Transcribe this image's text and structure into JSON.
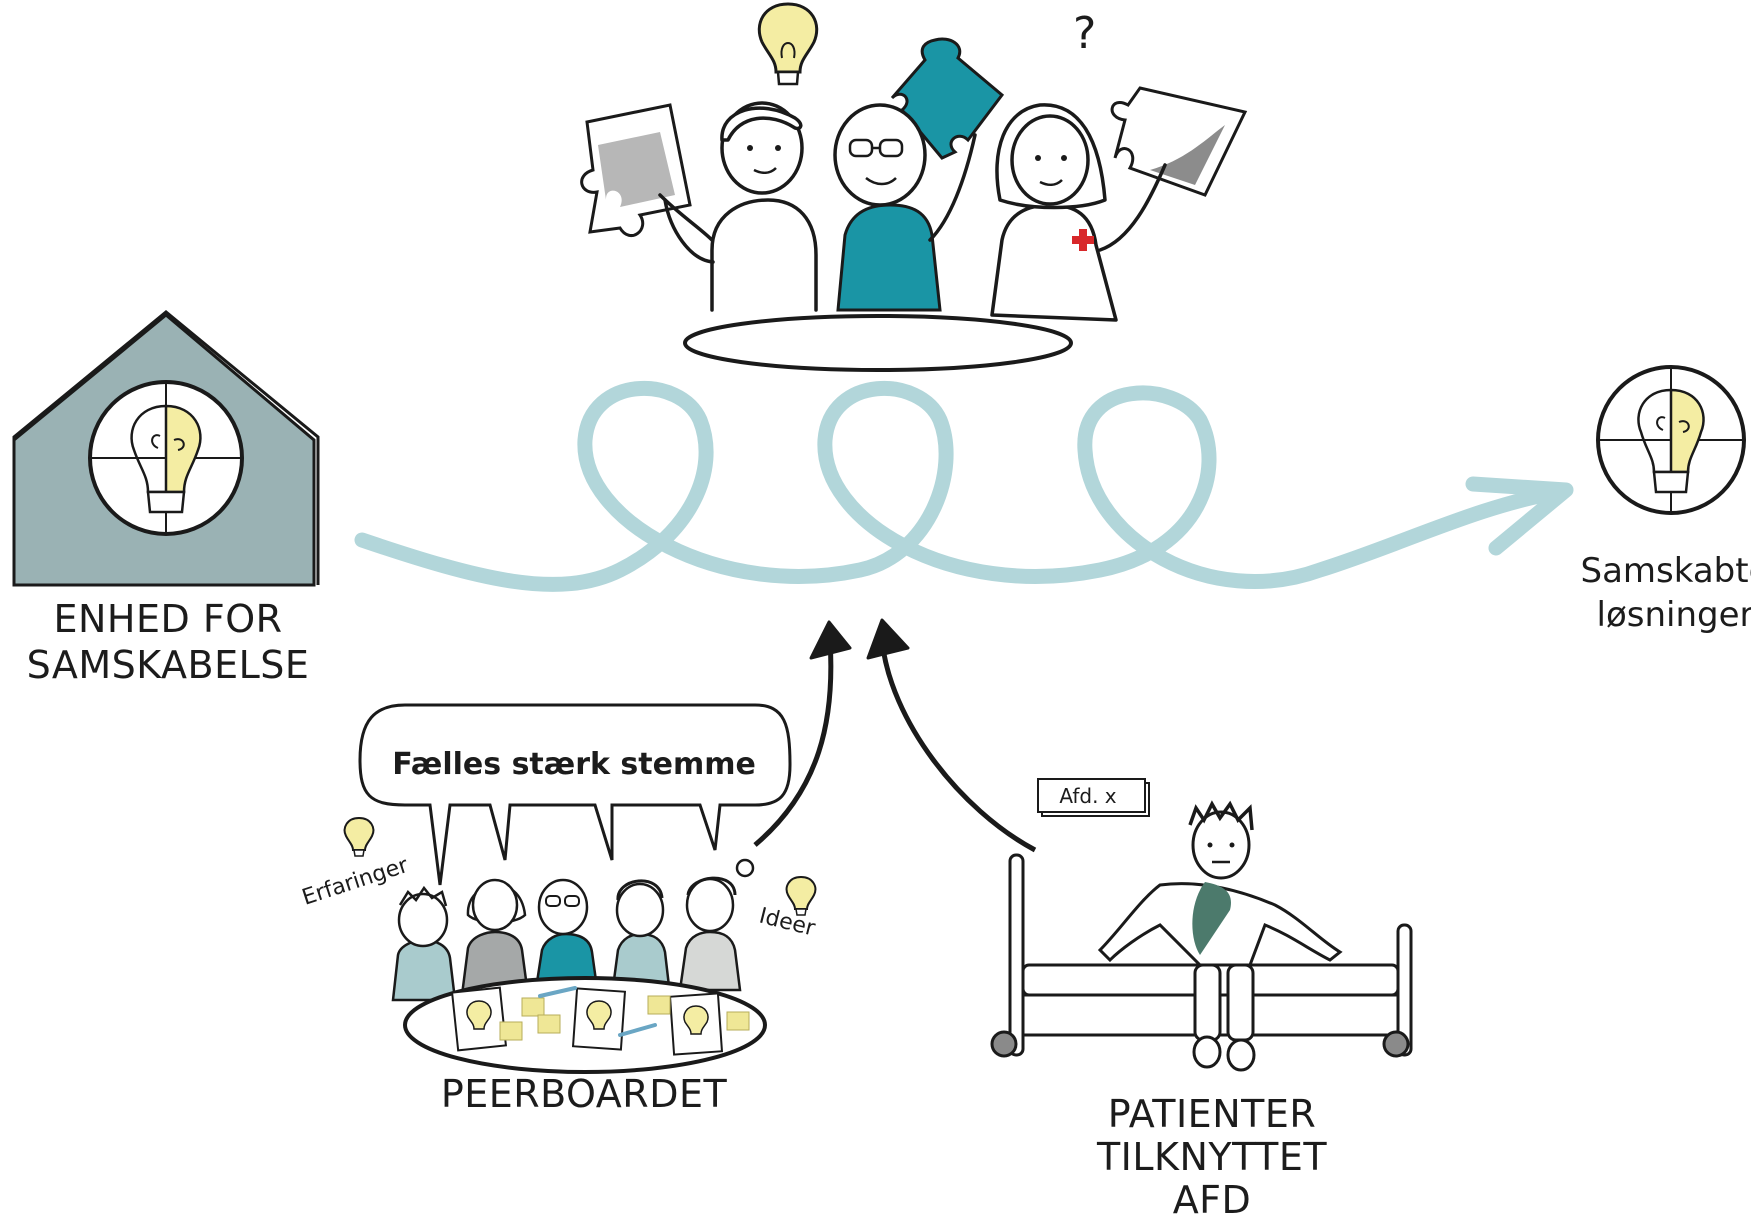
{
  "labels": {
    "unit": [
      "ENHED FOR",
      "SAMSKABELSE"
    ],
    "result": [
      "Samskabte",
      "løsninger"
    ],
    "peerboard": "PEERBOARDET",
    "patients": [
      "PATIENTER",
      "TILKNYTTET",
      "AFD"
    ],
    "speech_bubble": "Fælles stærk stemme",
    "experiences": "Erfaringer",
    "ideas": "Ideer",
    "question_mark": "?",
    "department_sign": "Afd. x"
  },
  "colors": {
    "teal": "#1a95a5",
    "spiral": "#b2d6da",
    "house": "#9ab2b4",
    "bulb_yellow": "#f4eda3",
    "sticky": "#efe796",
    "ink": "#1a1a1a",
    "light_teal": "#a9cbcd",
    "gray": "#a5a8a8",
    "red_cross": "#d8282a",
    "dark_green": "#4c7a6c"
  },
  "icons": [
    "house-icon",
    "lightbulb-puzzle-icon",
    "lightbulb-icon",
    "puzzle-piece-icon",
    "red-cross-icon",
    "hospital-bed-icon",
    "speech-bubble-icon",
    "arrow-icon"
  ]
}
